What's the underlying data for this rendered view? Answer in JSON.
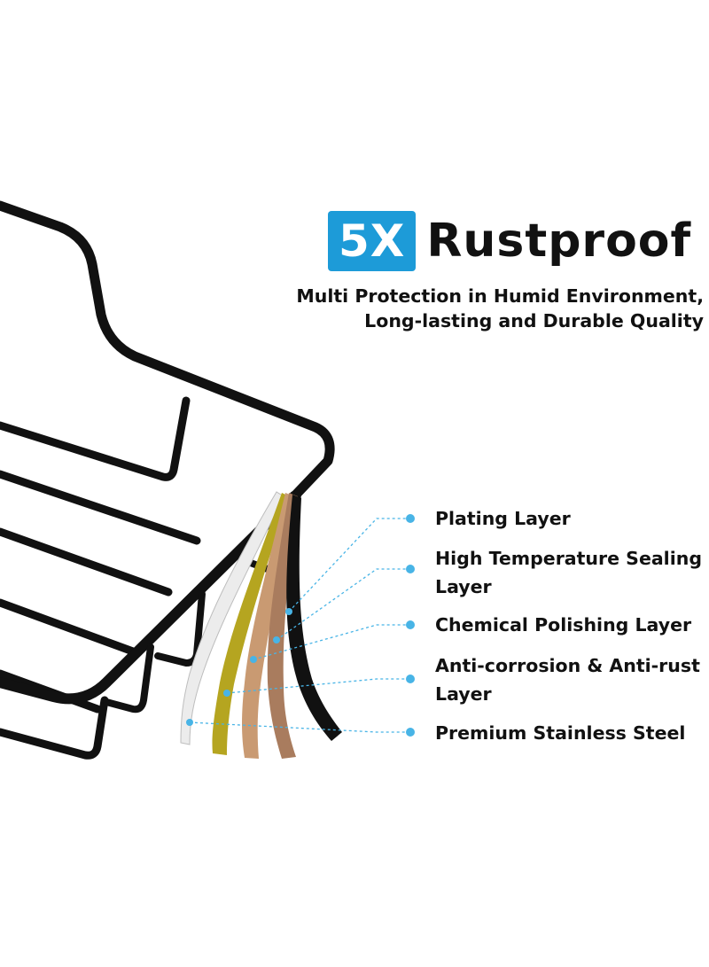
{
  "headline": {
    "badge": "5X",
    "word": "Rustproof",
    "badge_color": "#1d9bd8"
  },
  "subheadline": {
    "line1": "Multi Protection in Humid Environment,",
    "line2": "Long-lasting and Durable Quality"
  },
  "layers": [
    {
      "label": "Plating Layer",
      "color": "#111111"
    },
    {
      "label": "High Temperature Sealing Layer",
      "color": "#a97c5e"
    },
    {
      "label": "Chemical Polishing Layer",
      "color": "#c99a72"
    },
    {
      "label": "Anti-corrosion & Anti-rust Layer",
      "color": "#b5a520"
    },
    {
      "label": "Premium Stainless Steel",
      "color": "#e9e9e9"
    }
  ],
  "colors": {
    "accent": "#1d9bd8",
    "leader_line": "#48b4e6",
    "rack": "#111111"
  }
}
